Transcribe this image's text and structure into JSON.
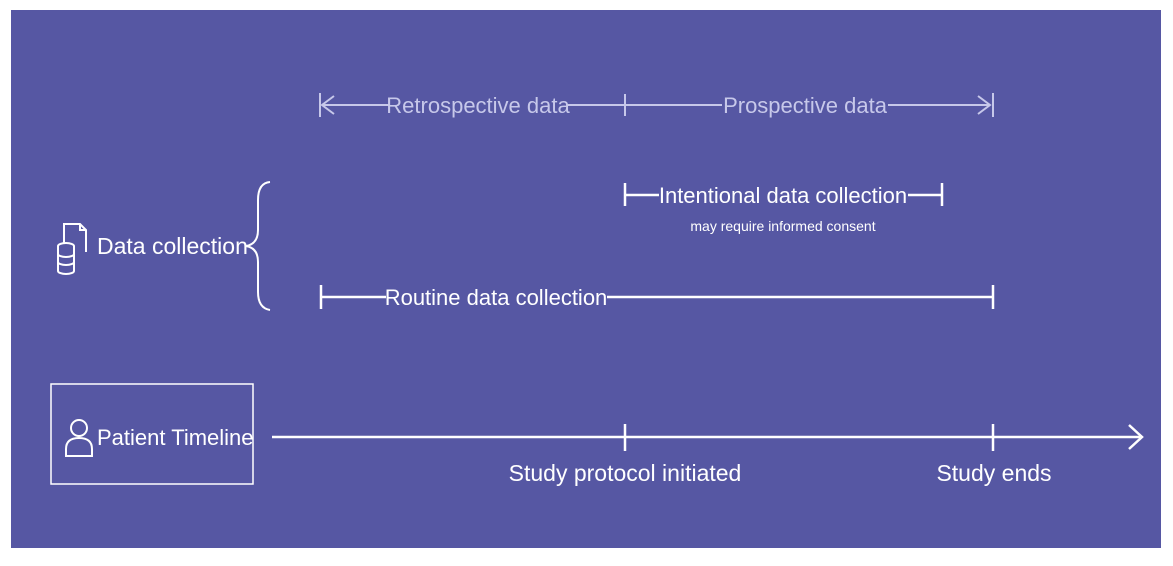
{
  "diagram": {
    "colors": {
      "background": "#5657a3",
      "line": "#ffffff",
      "muted_line": "#c7c8ea"
    },
    "range": {
      "retrospective_label": "Retrospective data",
      "prospective_label": "Prospective data"
    },
    "data_collection": {
      "label": "Data collection",
      "icon": "database-folder-icon",
      "intentional": {
        "label": "Intentional data collection",
        "note": "may require informed consent"
      },
      "routine": {
        "label": "Routine data collection"
      }
    },
    "timeline": {
      "label": "Patient Timeline",
      "icon": "person-icon",
      "milestones": [
        "Study protocol initiated",
        "Study ends"
      ]
    }
  }
}
